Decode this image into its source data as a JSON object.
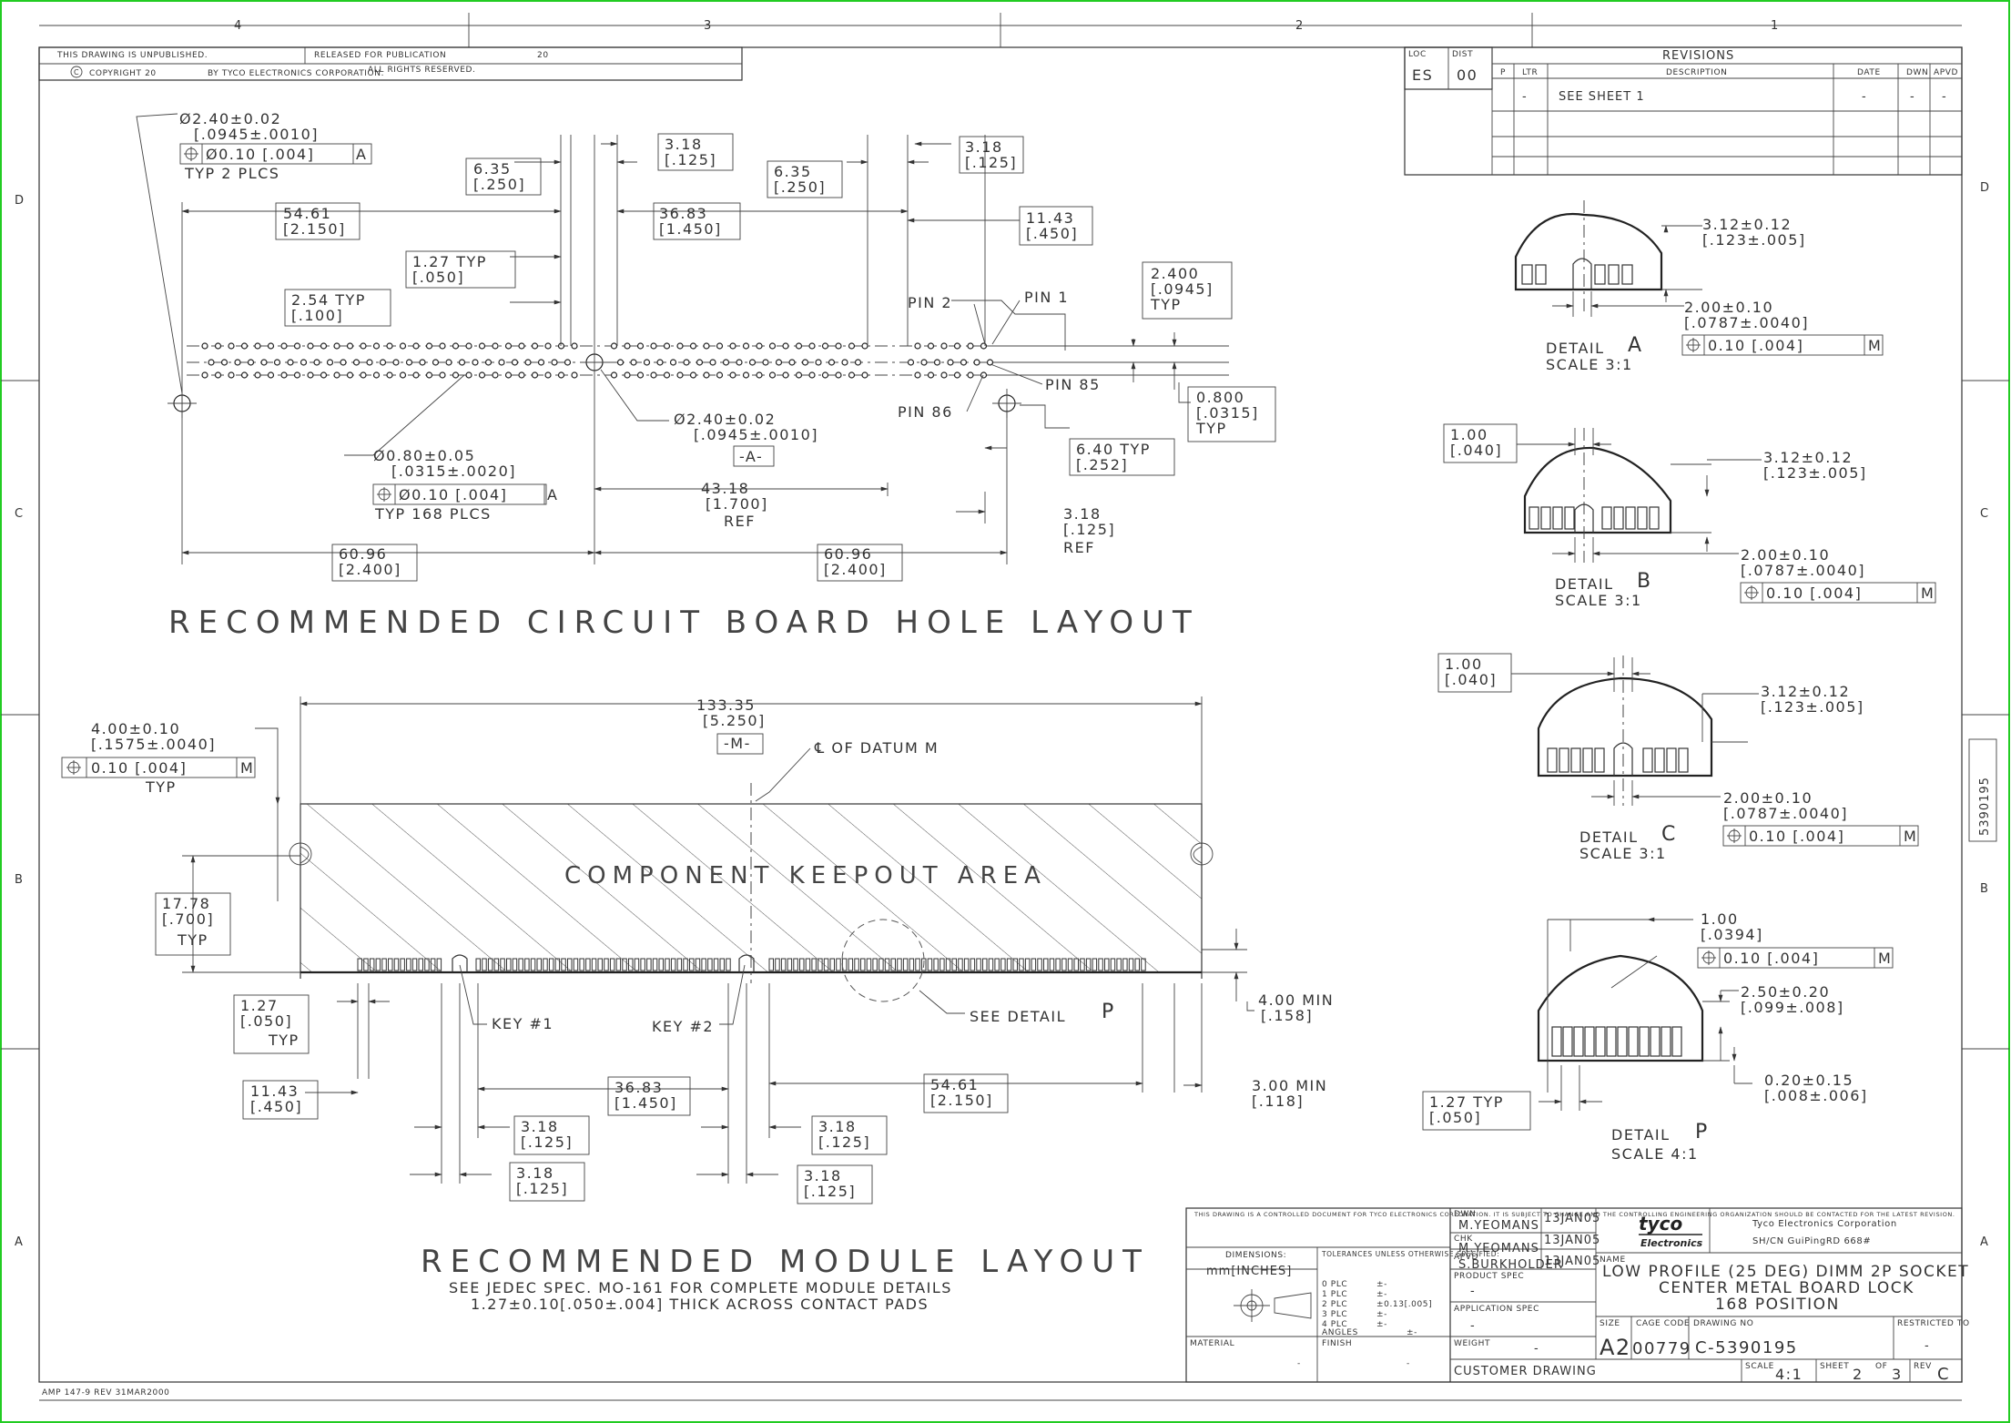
{
  "frame": {
    "zone_cols": [
      "4",
      "3",
      "2",
      "1"
    ],
    "zone_rows_left": [
      "D",
      "C",
      "B",
      "A"
    ],
    "zone_rows_right": [
      "D",
      "C",
      "B",
      "A"
    ],
    "side_number": "5390195",
    "footer_code": "AMP 147-9 REV 31MAR2000"
  },
  "header_strip": {
    "unpublished": "THIS DRAWING IS UNPUBLISHED.",
    "released": "RELEASED FOR PUBLICATION",
    "released_year": "20",
    "copyright": "COPYRIGHT 20",
    "by": "BY TYCO ELECTRONICS CORPORATION.",
    "rights": "ALL RIGHTS RESERVED."
  },
  "revisions": {
    "loc_label": "LOC",
    "loc_value": "ES",
    "dist_label": "DIST",
    "dist_value": "00",
    "title": "REVISIONS",
    "col_p": "P",
    "col_ltr": "LTR",
    "col_desc": "DESCRIPTION",
    "col_date": "DATE",
    "col_dwn": "DWN",
    "col_apvd": "APVD",
    "row_ltr": "-",
    "row_desc": "SEE SHEET 1",
    "row_date": "-",
    "row_dwn": "-",
    "row_apvd": "-"
  },
  "hole_layout": {
    "title": "RECOMMENDED CIRCUIT BOARD HOLE LAYOUT",
    "d1a": "Ø2.40±0.02",
    "d1b": "[.0945±.0010]",
    "fcf_tol": "Ø0.10 [.004]",
    "fcf_ref": "A",
    "typ2": "TYP 2 PLCS",
    "d2a": "6.35",
    "d2b": "[.250]",
    "d3a": "3.18",
    "d3b": "[.125]",
    "d4a": "6.35",
    "d4b": "[.250]",
    "d5a": "3.18",
    "d5b": "[.125]",
    "d6a": "54.61",
    "d6b": "[2.150]",
    "d7a": "36.83",
    "d7b": "[1.450]",
    "d8a": "11.43",
    "d8b": "[.450]",
    "d9a": "1.27  TYP",
    "d9b": "[.050]",
    "d10a": "2.54  TYP",
    "d10b": "[.100]",
    "d11a": "2.400",
    "d11b": "[.0945]",
    "d11c": "TYP",
    "pin2": "PIN 2",
    "pin1": "PIN 1",
    "pin85": "PIN 85",
    "pin86": "PIN 86",
    "d12a": "0.800",
    "d12b": "[.0315]",
    "d12c": "TYP",
    "d13a": "Ø2.40±0.02",
    "d13b": "[.0945±.0010]",
    "datum_a": "-A-",
    "d14a": "Ø0.80±0.05",
    "d14b": "[.0315±.0020]",
    "fcf2_tol": "Ø0.10 [.004]",
    "fcf2_ref": "A",
    "typ168": "TYP 168 PLCS",
    "d15a": "43.18",
    "d15b": "[1.700]",
    "d15c": "REF",
    "d16a": "6.40  TYP",
    "d16b": "[.252]",
    "d17a": "3.18",
    "d17b": "[.125]",
    "d17c": "REF",
    "d18a": "60.96",
    "d18b": "[2.400]",
    "d19a": "60.96",
    "d19b": "[2.400]"
  },
  "module_layout": {
    "title": "RECOMMENDED MODULE LAYOUT",
    "note1": "SEE JEDEC SPEC. MO-161 FOR COMPLETE MODULE DETAILS",
    "note2": "1.27±0.10[.050±.004] THICK ACROSS CONTACT PADS",
    "keepout": "COMPONENT KEEPOUT AREA",
    "w_a": "133.35",
    "w_b": "[5.250]",
    "datum_m": "-M-",
    "cl_datum": "℄ OF DATUM M",
    "n1a": "4.00±0.10",
    "n1b": "[.1575±.0040]",
    "fcf_tol": "0.10 [.004]",
    "fcf_ref": "M",
    "typ": "TYP",
    "h_a": "17.78",
    "h_b": "[.700]",
    "h_c": "TYP",
    "p_a": "1.27",
    "p_b": "[.050]",
    "p_c": "TYP",
    "key1": "KEY #1",
    "key2": "KEY #2",
    "see_detail": "SEE DETAIL",
    "detail_p": "P",
    "m4a": "4.00  MIN",
    "m4b": "[.158]",
    "m3a": "3.00  MIN",
    "m3b": "[.118]",
    "e1a": "11.43",
    "e1b": "[.450]",
    "e2a": "36.83",
    "e2b": "[1.450]",
    "e3a": "54.61",
    "e3b": "[2.150]",
    "e4a": "3.18",
    "e4b": "[.125]",
    "e5a": "3.18",
    "e5b": "[.125]",
    "e6a": "3.18",
    "e6b": "[.125]",
    "e7a": "3.18",
    "e7b": "[.125]"
  },
  "details": {
    "a": {
      "name": "DETAIL",
      "letter": "A",
      "scale": "SCALE  3:1",
      "r1a": "3.12±0.12",
      "r1b": "[.123±.005]",
      "r2a": "2.00±0.10",
      "r2b": "[.0787±.0040]",
      "fcf": "0.10 [.004]",
      "ref": "M"
    },
    "b": {
      "name": "DETAIL",
      "letter": "B",
      "scale": "SCALE  3:1",
      "l1a": "1.00",
      "l1b": "[.040]",
      "r1a": "3.12±0.12",
      "r1b": "[.123±.005]",
      "r2a": "2.00±0.10",
      "r2b": "[.0787±.0040]",
      "fcf": "0.10 [.004]",
      "ref": "M"
    },
    "c": {
      "name": "DETAIL",
      "letter": "C",
      "scale": "SCALE  3:1",
      "l1a": "1.00",
      "l1b": "[.040]",
      "r1a": "3.12±0.12",
      "r1b": "[.123±.005]",
      "r2a": "2.00±0.10",
      "r2b": "[.0787±.0040]",
      "fcf": "0.10 [.004]",
      "ref": "M"
    },
    "p": {
      "name": "DETAIL",
      "letter": "P",
      "scale": "SCALE  4:1",
      "t1a": "1.00",
      "t1b": "[.0394]",
      "fcf": "0.10 [.004]",
      "ref": "M",
      "r1a": "2.50±0.20",
      "r1b": "[.099±.008]",
      "r2a": "0.20±0.15",
      "r2b": "[.008±.006]",
      "l1a": "1.27  TYP",
      "l1b": "[.050]"
    }
  },
  "title_block": {
    "notice": "THIS DRAWING IS A CONTROLLED DOCUMENT FOR TYCO ELECTRONICS CORPORATION. IT IS SUBJECT TO CHANGE AND THE CONTROLLING ENGINEERING ORGANIZATION SHOULD BE CONTACTED FOR THE LATEST REVISION.",
    "dimensions_label": "DIMENSIONS:",
    "dimensions_value": "mm[INCHES]",
    "tol_label": "TOLERANCES UNLESS OTHERWISE SPECIFIED:",
    "tol0": "0 PLC",
    "tol0v": "±-",
    "tol1": "1 PLC",
    "tol1v": "±-",
    "tol2": "2 PLC",
    "tol2v": "±0.13[.005]",
    "tol3": "3 PLC",
    "tol3v": "±-",
    "tol4": "4 PLC",
    "tol4v": "±-",
    "angles": "ANGLES",
    "angles_v": "±-",
    "material": "MATERIAL",
    "material_v": "-",
    "finish": "FINISH",
    "finish_v": "-",
    "dwn_label": "DWN",
    "dwn": "M.YEOMANS",
    "dwn_date": "13JAN05",
    "chk_label": "CHK",
    "chk": "M.YEOMANS",
    "chk_date": "13JAN05",
    "apvd_label": "APVD",
    "apvd": "S.BURKHOLDER",
    "apvd_date": "13JAN05",
    "product_spec": "PRODUCT SPEC",
    "product_spec_v": "-",
    "application_spec": "APPLICATION SPEC",
    "application_spec_v": "-",
    "weight": "WEIGHT",
    "weight_v": "-",
    "logo_top": "tyco",
    "logo_bottom": "Electronics",
    "company": "Tyco Electronics Corporation",
    "address": "SH/CN GuiPingRD 668#",
    "name_label": "NAME",
    "name1": "LOW PROFILE (25 DEG) DIMM 2P SOCKET",
    "name2": "CENTER METAL BOARD LOCK",
    "name3": "168 POSITION",
    "size_label": "SIZE",
    "size": "A2",
    "cage_label": "CAGE CODE",
    "cage": "00779",
    "dwgno_label": "DRAWING NO",
    "dwgno": "C-5390195",
    "restricted_label": "RESTRICTED TO",
    "restricted": "-",
    "customer": "CUSTOMER DRAWING",
    "scale_label": "SCALE",
    "scale": "4:1",
    "sheet_label": "SHEET",
    "sheet": "2",
    "of_label": "OF",
    "of": "3",
    "rev_label": "REV",
    "rev": "C"
  }
}
